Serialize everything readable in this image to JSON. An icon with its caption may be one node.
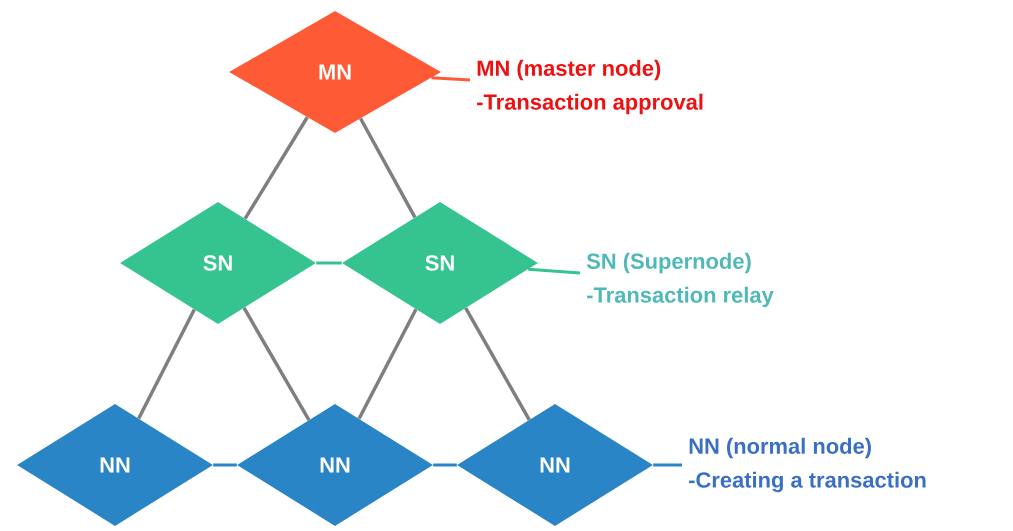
{
  "diagram": {
    "nodes": [
      {
        "text": [
          "MN"
        ]
      },
      {
        "text": [
          "SN"
        ]
      },
      {
        "text": [
          "SN"
        ]
      },
      {
        "text": [
          "NN"
        ]
      },
      {
        "text": [
          "NN"
        ]
      },
      {
        "text": [
          "NN"
        ]
      },
      {
        "text": [
          "MN (master node)",
          "-Transaction approval"
        ]
      },
      {
        "text": [
          "SN (Supernode)",
          "-Transaction relay"
        ]
      },
      {
        "text": [
          "NN (normal node)",
          "-Creating a transaction"
        ]
      }
    ],
    "edges": [
      {
        "from": 0,
        "to": 1,
        "arrow": "none"
      },
      {
        "from": 0,
        "to": 2,
        "arrow": "none"
      },
      {
        "from": 1,
        "to": 3,
        "arrow": "none"
      },
      {
        "from": 1,
        "to": 4,
        "arrow": "none"
      },
      {
        "from": 2,
        "to": 4,
        "arrow": "none"
      },
      {
        "from": 2,
        "to": 5,
        "arrow": "none"
      },
      {
        "from": 1,
        "to": 2,
        "arrow": "none",
        "color": "#35c48f"
      },
      {
        "from": 3,
        "to": 4,
        "arrow": "none",
        "color": "#2a85c6"
      },
      {
        "from": 4,
        "to": 5,
        "arrow": "none",
        "color": "#2a85c6"
      },
      {
        "from": 0,
        "to": 6,
        "arrow": "none",
        "color": "#ff5a36"
      },
      {
        "from": 2,
        "to": 7,
        "arrow": "none",
        "color": "#35c48f"
      },
      {
        "from": 5,
        "to": 8,
        "arrow": "none",
        "color": "#2a85c6"
      }
    ]
  }
}
